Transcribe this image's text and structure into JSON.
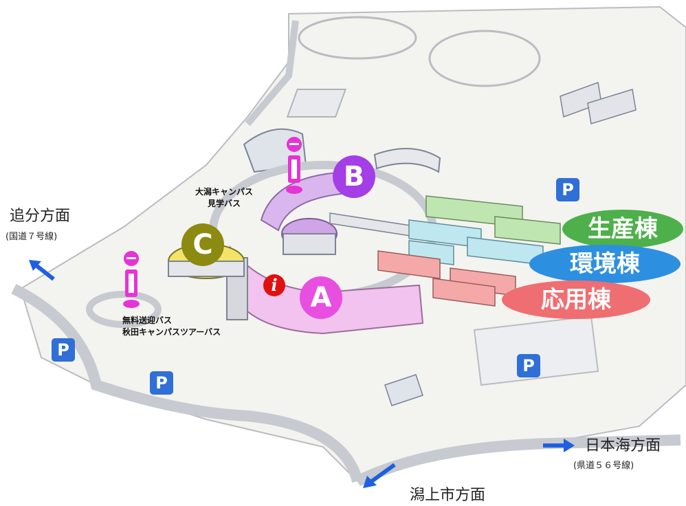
{
  "directions": {
    "oiwake": {
      "name": "追分方面",
      "route": "(国道７号線)"
    },
    "nihonkai": {
      "name": "日本海方面",
      "route": "(県道５６号線)"
    },
    "katagami": {
      "name": "潟上市方面"
    }
  },
  "bus_stops": {
    "tour": {
      "label_line1": "大潟キャンパス",
      "label_line2": "見学バス"
    },
    "shuttle": {
      "label_line1": "無料送迎バス",
      "label_line2": "秋田キャンパスツアーバス"
    }
  },
  "buildings": {
    "a": {
      "letter": "A",
      "color": "#e84fe0"
    },
    "b": {
      "letter": "B",
      "color": "#a43ee6"
    },
    "c": {
      "letter": "C",
      "color": "#8c8a10"
    },
    "seisan": {
      "label": "生産棟",
      "color": "#4db04a"
    },
    "kankyo": {
      "label": "環境棟",
      "color": "#2d8fe0"
    },
    "ouyou": {
      "label": "応用棟",
      "color": "#ef6e72"
    }
  },
  "parking": {
    "label": "P"
  },
  "info": {
    "label": "i"
  },
  "colors": {
    "arrow": "#1f5fe0",
    "ground": "#f4f4f0",
    "road": "#c9ccd2",
    "bus_stop": "#e633d6"
  }
}
